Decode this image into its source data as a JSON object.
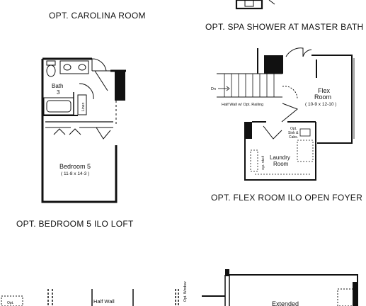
{
  "captions": {
    "carolina_room": "OPT. CAROLINA ROOM",
    "spa_shower": "OPT. SPA SHOWER AT MASTER BATH",
    "flex_room": "OPT. FLEX ROOM ILO OPEN FOYER",
    "bedroom5": "OPT. BEDROOM 5  ILO LOFT"
  },
  "bedroom_plan": {
    "bath_name": "Bath",
    "bath_number": "3",
    "linen_label": "Linen",
    "bedroom_name": "Bedroom 5",
    "bedroom_dims": "( 11-8 x 14-3 )"
  },
  "flex_plan": {
    "dn_label": "Dn",
    "half_wall_note": "Half Wall w/ Opt. Railing",
    "flex_name": "Flex",
    "flex_name2": "Room",
    "flex_dims": "( 10-9 x 12-10 )",
    "laundry_name": "Laundry",
    "laundry_name2": "Room",
    "sink_note_1": "Opt.",
    "sink_note_2": "Sink &",
    "sink_note_3": "Cabs.",
    "shelf_note": "Opt. Shelf"
  },
  "bottom_strip": {
    "half_wall": "Half Wall",
    "opt_window": "Opt. Window",
    "extended": "Extended",
    "opt_small": "Opt."
  }
}
